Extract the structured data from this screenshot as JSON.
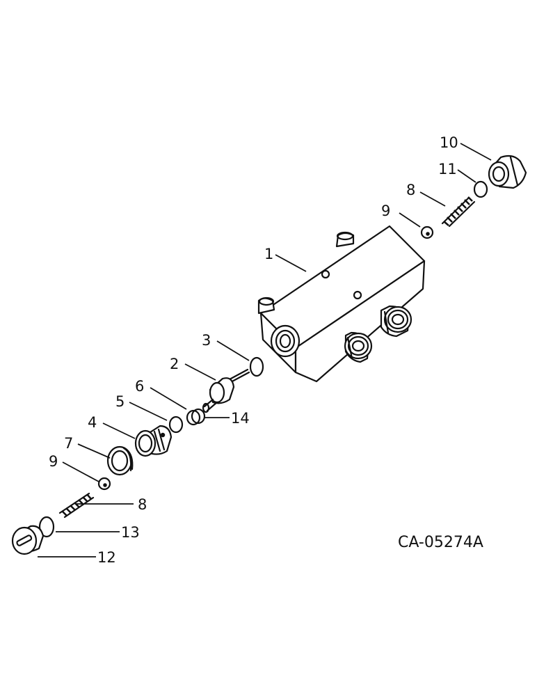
{
  "diagram": {
    "reference_code": "CA-05274A",
    "callouts": {
      "c1": "1",
      "c2": "2",
      "c3": "3",
      "c4": "4",
      "c5": "5",
      "c6": "6",
      "c7": "7",
      "c8_upper": "8",
      "c8_lower": "8",
      "c9_upper": "9",
      "c9_lower": "9",
      "c10": "10",
      "c11": "11",
      "c12": "12",
      "c13": "13",
      "c14": "14"
    }
  }
}
